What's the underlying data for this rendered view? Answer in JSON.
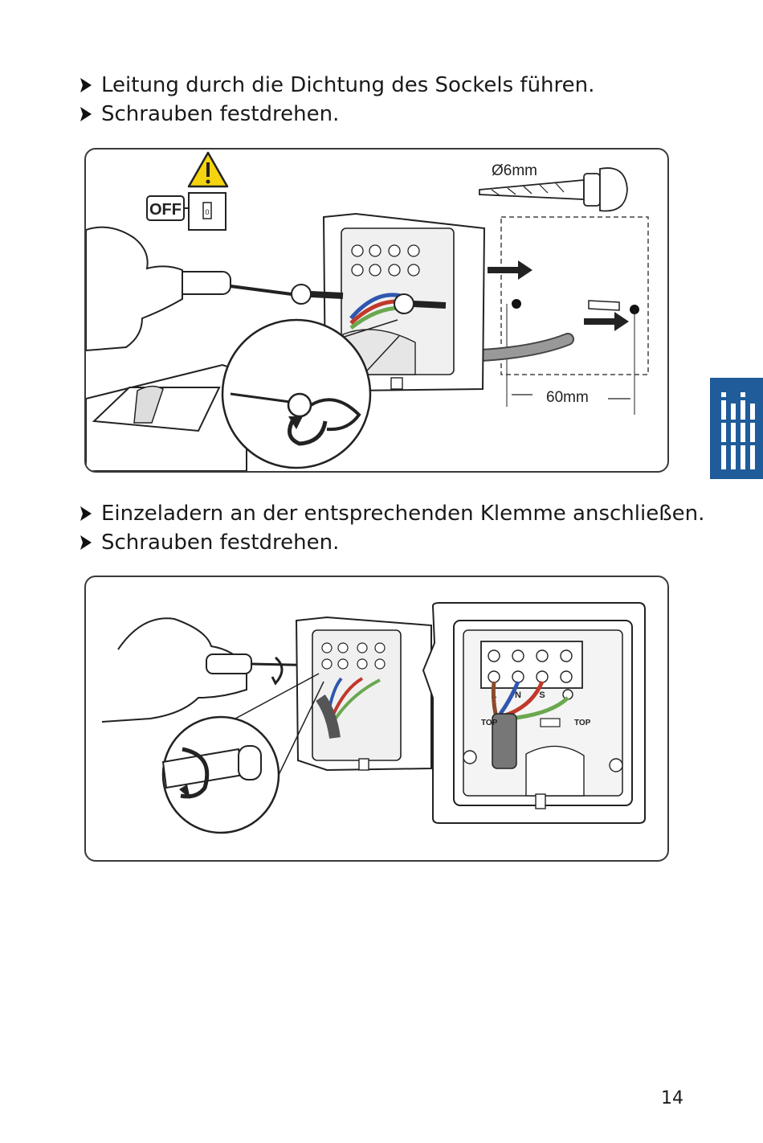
{
  "steps_top": [
    {
      "text": "Leitung durch die Dichtung des Sockels führen."
    },
    {
      "text": "Schrauben festdrehen."
    }
  ],
  "steps_bottom": [
    {
      "text": "Einzeladern an der entsprechenden Klemme anschließen."
    },
    {
      "text": "Schrauben festdrehen."
    }
  ],
  "figure1": {
    "off_label": "OFF",
    "switch_label": "0",
    "drill_label": "Ø6mm",
    "distance_label": "60mm"
  },
  "figure2": {
    "terminal_labels": [
      "L",
      "N",
      "S"
    ],
    "top_label_left": "TOP",
    "top_label_right": "TOP"
  },
  "page_number": "14",
  "colors": {
    "tab": "#1f5c99",
    "wire_brown": "#8b4a2b",
    "wire_blue": "#2f57b0",
    "wire_green": "#6aa84f",
    "wire_red": "#c0392b"
  }
}
